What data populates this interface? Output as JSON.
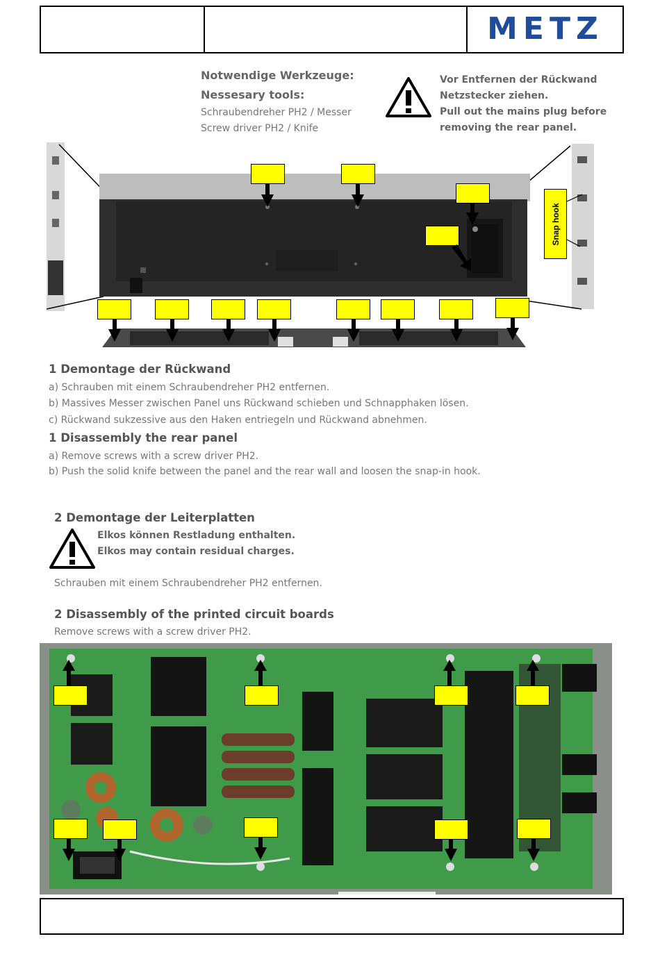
{
  "header": {
    "cell1": "",
    "cell2": "",
    "logo": "METZ"
  },
  "tools": {
    "heading_de": "Notwendige Werkzeuge:",
    "heading_en": "Nessesary tools:",
    "line_de": "Schraubendreher PH2 / Messer",
    "line_en": "Screw driver PH2 / Knife"
  },
  "warning_top": {
    "line1": "Vor  Entfernen der Rückwand",
    "line2": "Netzstecker ziehen.",
    "line3": "Pull out the mains plug before",
    "line4": "removing the rear panel."
  },
  "figure1": {
    "snap_label": "Snap hook"
  },
  "section1": {
    "heading_de": "1 Demontage der Rückwand",
    "step_a_de": "a) Schrauben mit einem Schraubendreher PH2 entfernen.",
    "step_b_de": "b) Massives Messer zwischen Panel uns Rückwand schieben und Schnapphaken lösen.",
    "step_c_de": "c) Rückwand sukzessive aus den Haken entriegeln und Rückwand abnehmen.",
    "heading_en": "1 Disassembly the rear panel",
    "step_a_en": "a) Remove screws with a screw driver PH2.",
    "step_b_en": "b) Push the solid knife between the panel and the rear wall and loosen the snap-in hook."
  },
  "section2": {
    "heading_de": "2 Demontage der Leiterplatten",
    "warn_de": "Elkos können Restladung enthalten.",
    "warn_en": "Elkos may contain residual charges.",
    "instr_de": "Schrauben mit einem Schraubendreher PH2 entfernen.",
    "heading_en": "2 Disassembly of the printed circuit boards",
    "instr_en": "Remove screws with a screw driver PH2."
  },
  "footer": {
    "text": ""
  },
  "colors": {
    "logo": "#1f4d9a",
    "marker": "#ffff00",
    "pcb": "#3f9a4a"
  }
}
